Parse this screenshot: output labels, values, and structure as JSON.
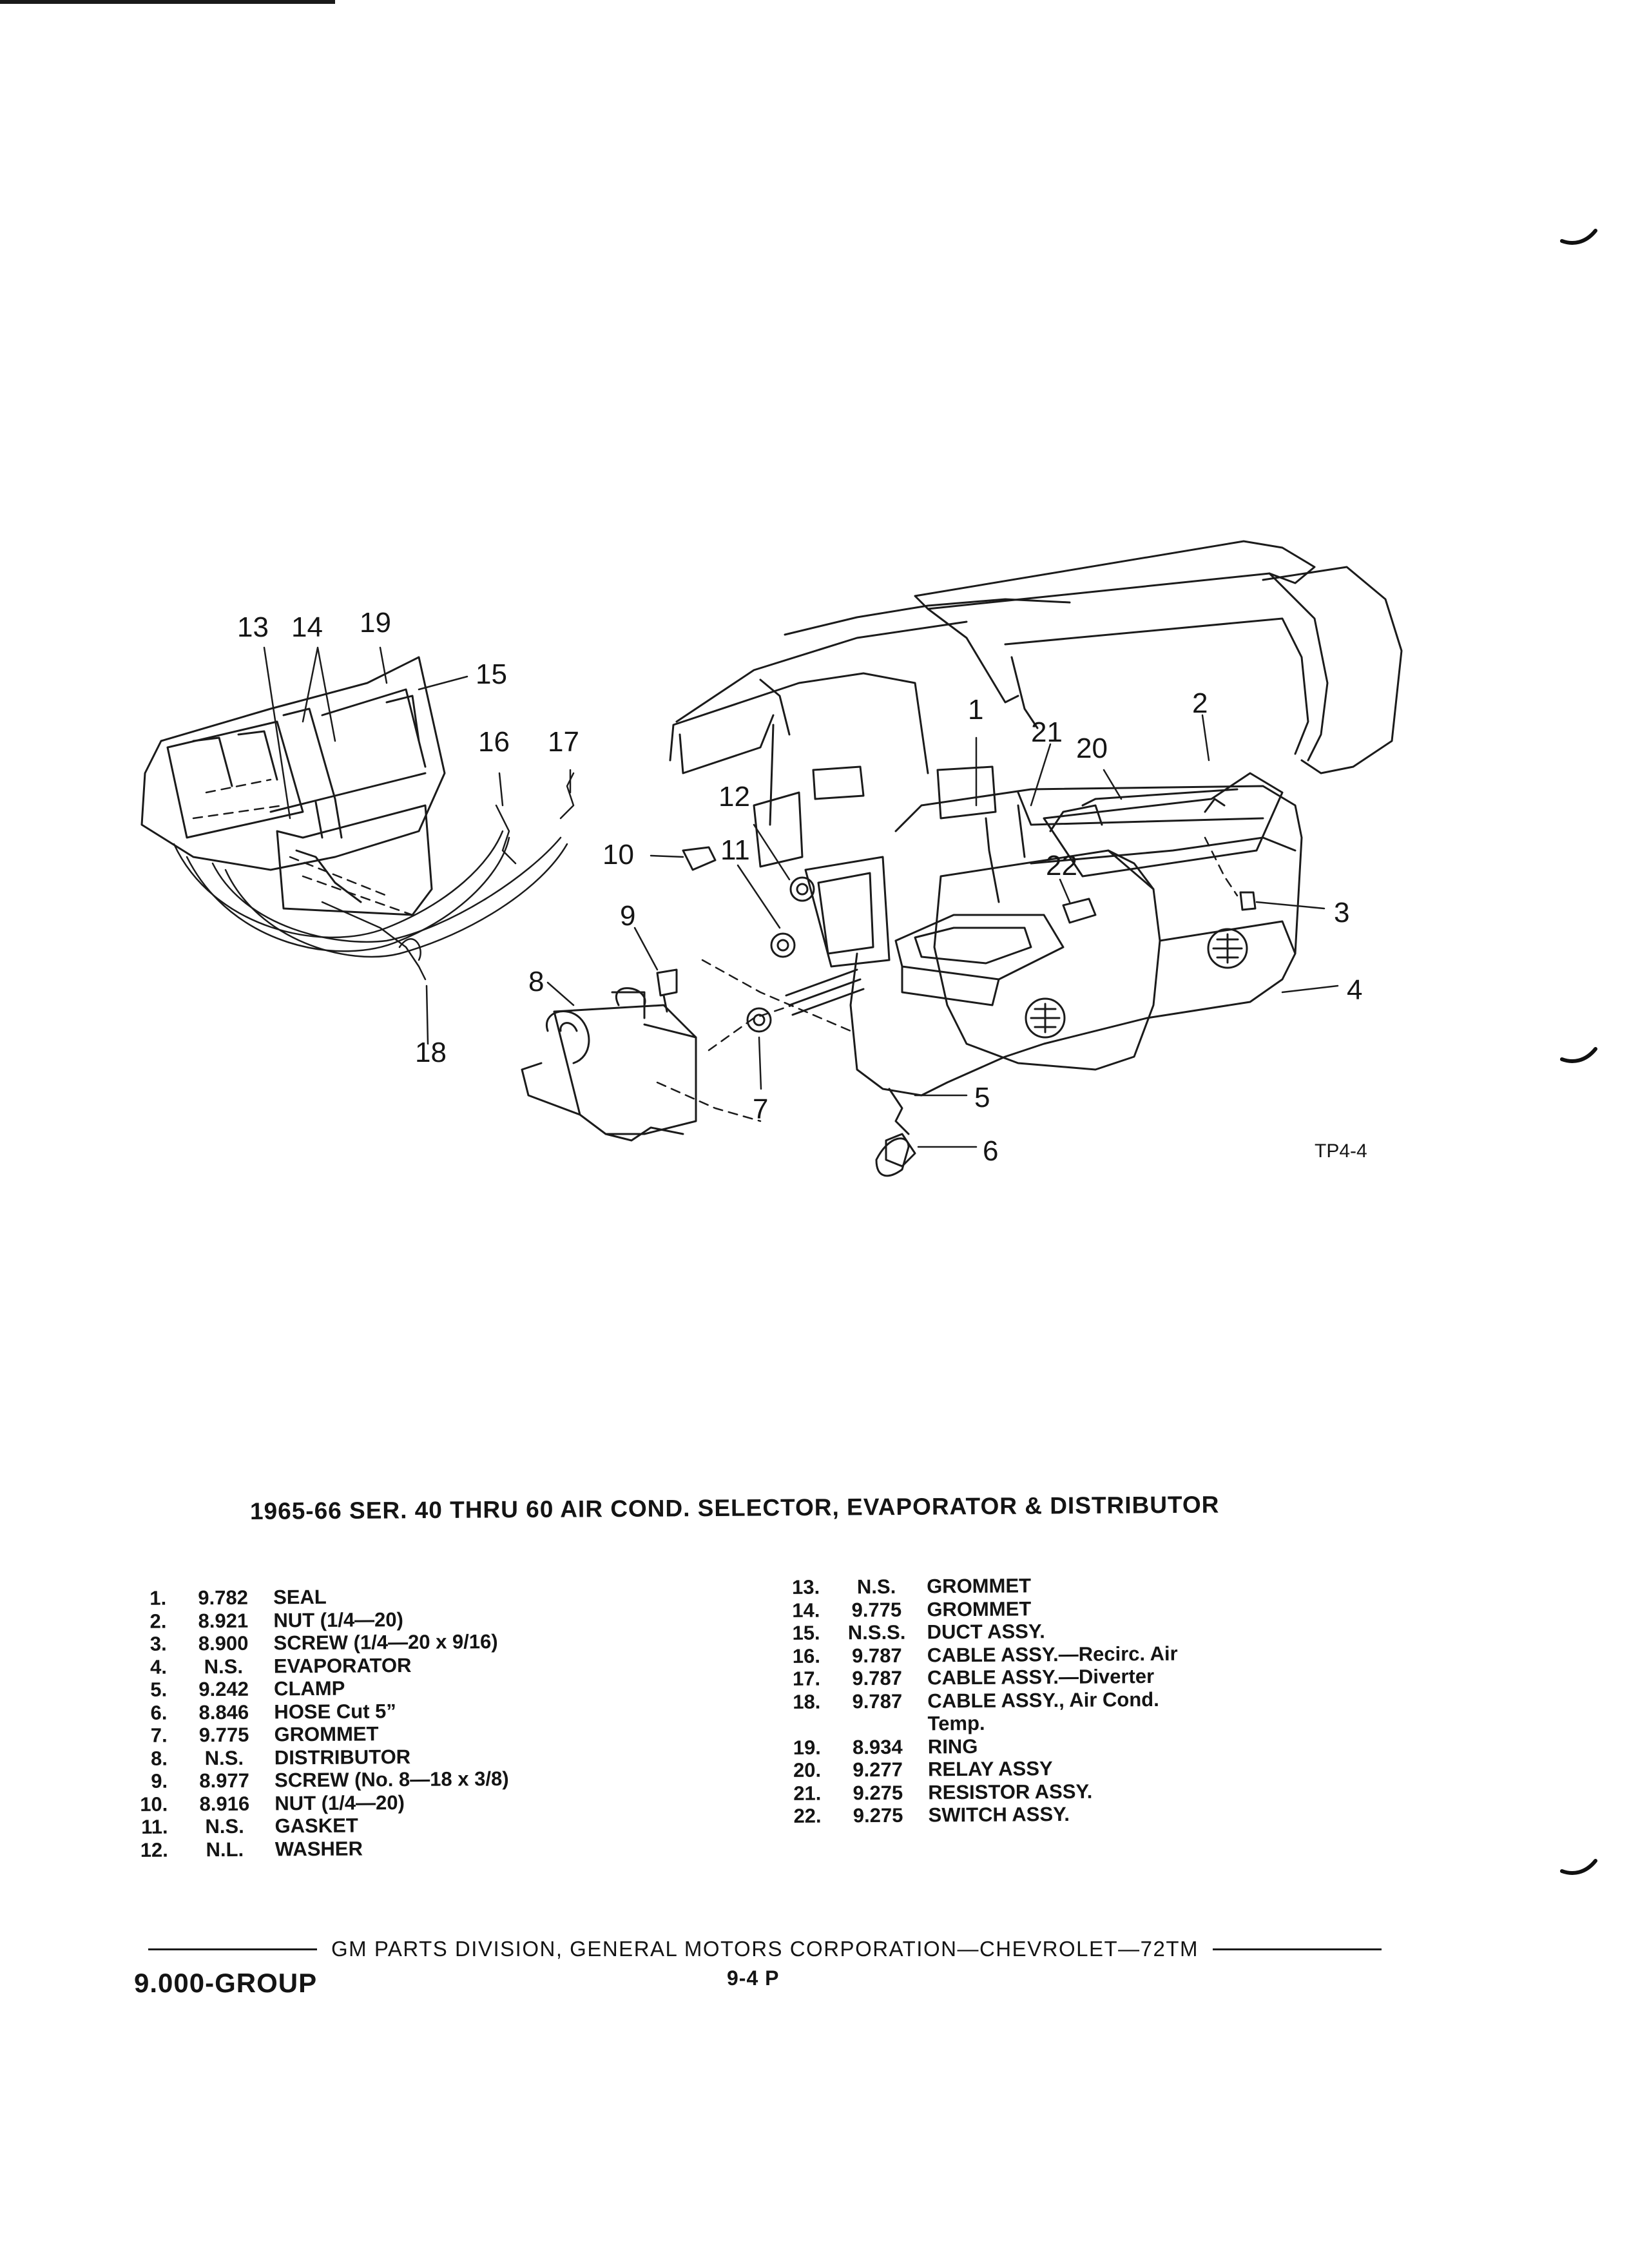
{
  "figure": {
    "callouts": [
      "13",
      "14",
      "19",
      "15",
      "16",
      "17",
      "10",
      "11",
      "12",
      "9",
      "8",
      "7",
      "18",
      "1",
      "21",
      "20",
      "2",
      "22",
      "3",
      "4",
      "5",
      "6"
    ],
    "figure_ref": "TP4-4"
  },
  "title": "1965-66 SER. 40 THRU 60 AIR COND. SELECTOR, EVAPORATOR & DISTRIBUTOR",
  "parts_left": [
    {
      "num": "1.",
      "code": "9.782",
      "desc": "SEAL"
    },
    {
      "num": "2.",
      "code": "8.921",
      "desc": "NUT (1/4—20)"
    },
    {
      "num": "3.",
      "code": "8.900",
      "desc": "SCREW (1/4—20 x 9/16)"
    },
    {
      "num": "4.",
      "code": "N.S.",
      "desc": "EVAPORATOR"
    },
    {
      "num": "5.",
      "code": "9.242",
      "desc": "CLAMP"
    },
    {
      "num": "6.",
      "code": "8.846",
      "desc": "HOSE Cut 5”"
    },
    {
      "num": "7.",
      "code": "9.775",
      "desc": "GROMMET"
    },
    {
      "num": "8.",
      "code": "N.S.",
      "desc": "DISTRIBUTOR"
    },
    {
      "num": "9.",
      "code": "8.977",
      "desc": "SCREW (No. 8—18 x 3/8)"
    },
    {
      "num": "10.",
      "code": "8.916",
      "desc": "NUT (1/4—20)"
    },
    {
      "num": "11.",
      "code": "N.S.",
      "desc": "GASKET"
    },
    {
      "num": "12.",
      "code": "N.L.",
      "desc": "WASHER"
    }
  ],
  "parts_right": [
    {
      "num": "13.",
      "code": "N.S.",
      "desc": "GROMMET"
    },
    {
      "num": "14.",
      "code": "9.775",
      "desc": "GROMMET"
    },
    {
      "num": "15.",
      "code": "N.S.S.",
      "desc": "DUCT ASSY."
    },
    {
      "num": "16.",
      "code": "9.787",
      "desc": "CABLE ASSY.—Recirc. Air"
    },
    {
      "num": "17.",
      "code": "9.787",
      "desc": "CABLE ASSY.—Diverter"
    },
    {
      "num": "18.",
      "code": "9.787",
      "desc": "CABLE ASSY., Air Cond.",
      "desc_cont": "Temp."
    },
    {
      "num": "19.",
      "code": "8.934",
      "desc": "RING"
    },
    {
      "num": "20.",
      "code": "9.277",
      "desc": "RELAY ASSY"
    },
    {
      "num": "21.",
      "code": "9.275",
      "desc": "RESISTOR ASSY."
    },
    {
      "num": "22.",
      "code": "9.275",
      "desc": "SWITCH ASSY."
    }
  ],
  "footer": {
    "publisher": "GM PARTS DIVISION, GENERAL MOTORS CORPORATION—CHEVROLET—72TM",
    "group": "9.000-GROUP",
    "page": "9-4  P"
  }
}
